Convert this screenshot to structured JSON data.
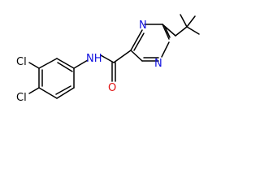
{
  "molecule": {
    "atoms": {
      "pyrazine_n1": "N",
      "pyrazine_n4": "N",
      "amide_nh": "NH",
      "amide_o": "O",
      "chloro_3": "Cl",
      "chloro_4": "Cl"
    }
  },
  "colors": {
    "bond": "#000000",
    "nitrogen": "#1010e0",
    "oxygen": "#e01010",
    "chlorine": "#000000",
    "background": "#ffffff"
  }
}
